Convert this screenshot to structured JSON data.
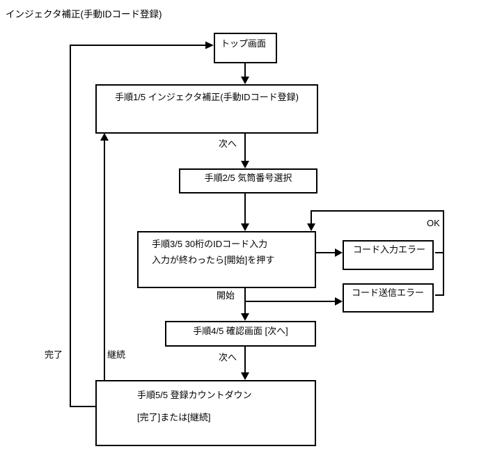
{
  "title": "インジェクタ補正(手動IDコード登録)",
  "colors": {
    "background": "#ffffff",
    "line": "#000000",
    "box_border": "#000000",
    "text": "#000000"
  },
  "flowchart": {
    "nodes": {
      "top_screen": {
        "label": "トップ画面"
      },
      "step1": {
        "label": "手順1/5 インジェクタ補正(手動IDコード登録)"
      },
      "step2": {
        "label": "手順2/5  気筒番号選択"
      },
      "step3": {
        "line1": "手順3/5  30桁のIDコード入力",
        "line2": "入力が終わったら[開始]を押す"
      },
      "code_input_error": {
        "label": "コード入力エラー"
      },
      "code_send_error": {
        "label": "コード送信エラー"
      },
      "step4": {
        "label": "手順4/5  確認画面 [次へ]"
      },
      "step5": {
        "line1": "手順5/5  登録カウントダウン",
        "line2": "[完了]または[継続]"
      }
    },
    "edge_labels": {
      "next_step1_to_step2": "次へ",
      "start": "開始",
      "next_step4_to_step5": "次へ",
      "ok": "OK",
      "complete": "完了",
      "continue": "継続"
    }
  }
}
